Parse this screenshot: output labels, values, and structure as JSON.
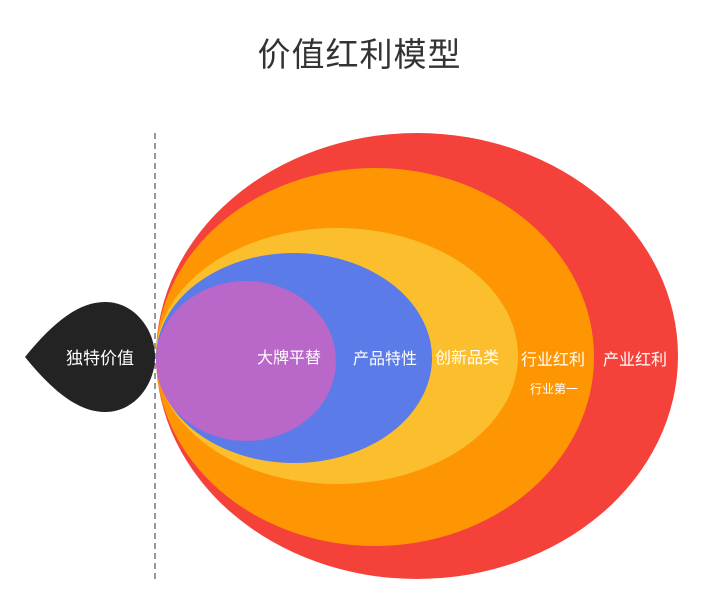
{
  "title": "价值红利模型",
  "unique_value": {
    "label": "独特价值",
    "color": "#232323"
  },
  "layers": [
    {
      "label": "产业红利",
      "sublabel": "",
      "color": "#f4423a"
    },
    {
      "label": "行业红利",
      "sublabel": "行业第一",
      "color": "#fe9603"
    },
    {
      "label": "创新品类",
      "sublabel": "",
      "color": "#fbbf2e"
    },
    {
      "label": "产品特性",
      "sublabel": "",
      "color": "#5b7be9"
    },
    {
      "label": "大牌平替",
      "sublabel": "",
      "color": "#b967c9"
    }
  ],
  "divider_color": "#777777"
}
